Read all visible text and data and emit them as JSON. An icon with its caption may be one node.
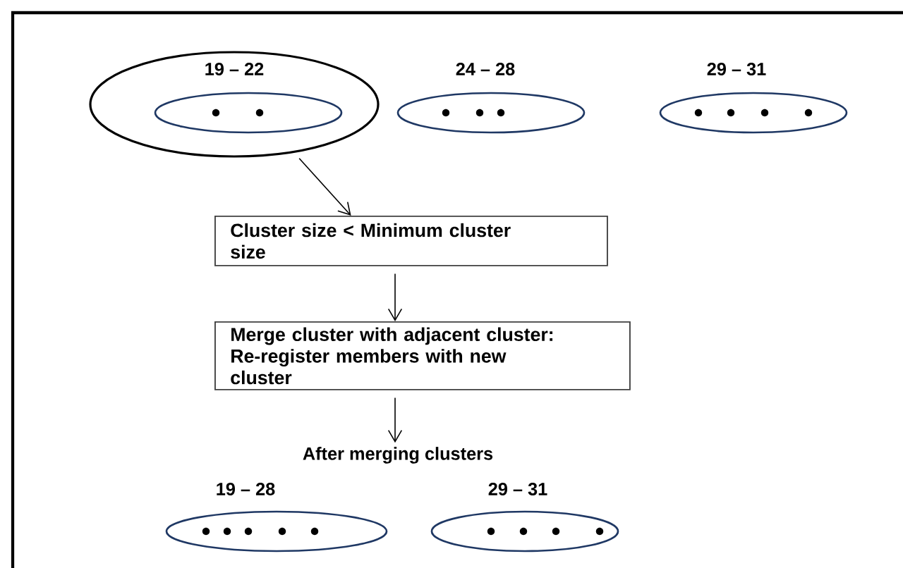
{
  "diagram": {
    "nodes": [
      {
        "text": [
          "19 – 22"
        ]
      },
      {
        "text": [],
        "shape": "ellipse",
        "in": 0
      },
      {
        "text": [
          "24 – 28"
        ]
      },
      {
        "text": [
          "29 – 31"
        ]
      },
      {
        "text": [
          "Cluster size < Minimum cluster size"
        ]
      },
      {
        "text": [
          "Merge cluster with adjacent cluster: Re-register members with new cluster"
        ]
      },
      {
        "text": [
          "After merging clusters"
        ]
      },
      {
        "text": [
          "19 – 28"
        ]
      },
      {
        "text": [
          "29 – 31"
        ]
      }
    ],
    "edges": [
      {
        "from": 0,
        "to": 4,
        "arrow": "to"
      },
      {
        "from": 4,
        "to": 5,
        "arrow": "to"
      },
      {
        "from": 5,
        "to": 6,
        "arrow": "to"
      }
    ]
  }
}
